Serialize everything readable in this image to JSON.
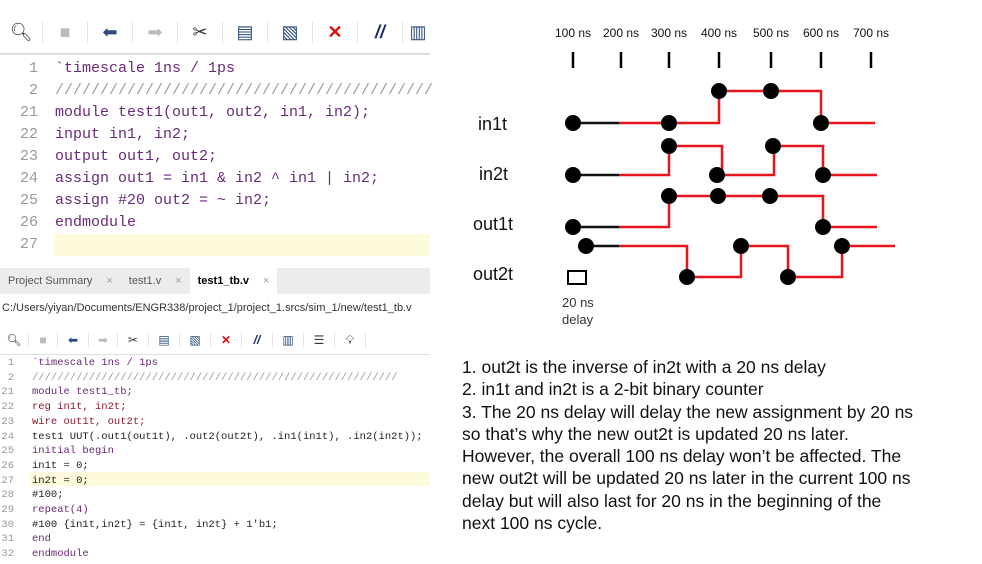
{
  "editor1": {
    "toolbar_icons": [
      "search-icon",
      "save-icon",
      "undo-icon",
      "redo-icon",
      "cut-icon",
      "copy-icon",
      "paste-icon",
      "delete-icon",
      "comment-icon",
      "columns-icon"
    ],
    "lines": [
      {
        "n": "1",
        "text": "`timescale 1ns / 1ps"
      },
      {
        "n": "2",
        "text": "//////////////////////////////////////////"
      },
      {
        "n": "21",
        "text": "module test1(out1, out2, in1, in2);"
      },
      {
        "n": "22",
        "text": "input in1, in2;"
      },
      {
        "n": "23",
        "text": "output out1, out2;"
      },
      {
        "n": "24",
        "text": "assign out1 = in1 & in2 ^ in1 | in2;"
      },
      {
        "n": "25",
        "text": "assign #20 out2 = ~ in2;"
      },
      {
        "n": "26",
        "text": "endmodule"
      },
      {
        "n": "27",
        "text": ""
      }
    ]
  },
  "editor2": {
    "tabs": [
      {
        "label": "Project Summary"
      },
      {
        "label": "test1.v"
      },
      {
        "label": "test1_tb.v"
      }
    ],
    "close": "×",
    "path": "C:/Users/yiyan/Documents/ENGR338/project_1/project_1.srcs/sim_1/new/test1_tb.v",
    "lines": [
      {
        "n": "1",
        "text": "`timescale 1ns / 1ps"
      },
      {
        "n": "2",
        "text": "//////////////////////////////////////////////////////////"
      },
      {
        "n": "21",
        "text": "module test1_tb;"
      },
      {
        "n": "22",
        "text": "reg in1t, in2t;"
      },
      {
        "n": "23",
        "text": "wire out1t, out2t;"
      },
      {
        "n": "24",
        "text": "test1 UUT(.out1(out1t), .out2(out2t), .in1(in1t), .in2(in2t));"
      },
      {
        "n": "25",
        "text": "initial begin"
      },
      {
        "n": "26",
        "text": "in1t = 0;"
      },
      {
        "n": "27",
        "text": "in2t = 0;"
      },
      {
        "n": "28",
        "text": "#100;"
      },
      {
        "n": "29",
        "text": "repeat(4)"
      },
      {
        "n": "30",
        "text": "#100 {in1t,in2t} = {in1t, in2t} + 1'b1;"
      },
      {
        "n": "31",
        "text": "end"
      },
      {
        "n": "32",
        "text": "endmodule"
      }
    ]
  },
  "diagram": {
    "time_labels": [
      "100 ns",
      "200 ns",
      "300 ns",
      "400 ns",
      "500 ns",
      "600 ns",
      "700 ns"
    ],
    "signals": [
      "in1t",
      "in2t",
      "out1t",
      "out2t"
    ],
    "delay_label_1": "20 ns",
    "delay_label_2": "delay",
    "colors": {
      "wave": "#e8141b",
      "initial": "#111111"
    }
  },
  "notes": [
    "1. out2t is the inverse of in2t with a 20 ns delay",
    "2. in1t and in2t is a 2-bit binary counter",
    "3. The 20 ns delay will delay the new assignment by 20 ns",
    "so that’s why the new out2t is updated 20 ns later.",
    "However, the overall 100 ns delay won’t be affected. The",
    "new out2t will be updated 20 ns later in the current 100 ns",
    "delay but will also last for 20 ns in the beginning of the",
    "next 100 ns cycle."
  ]
}
